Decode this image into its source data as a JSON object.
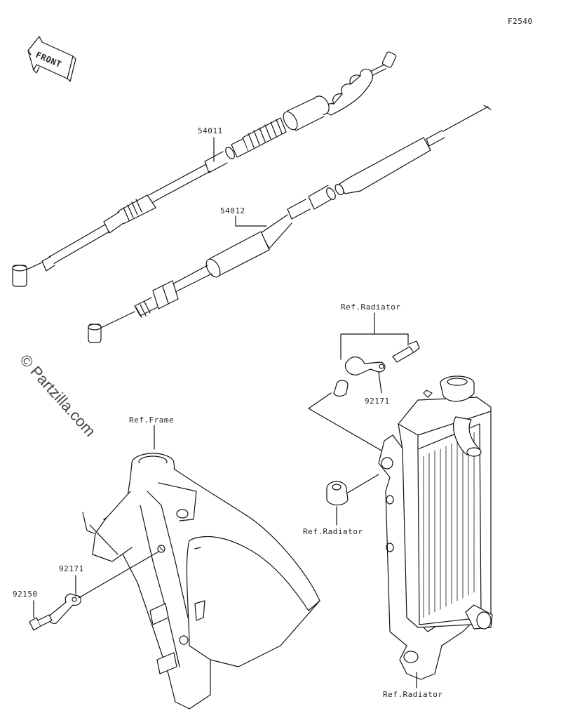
{
  "figure_code": "F2540",
  "front_label": "FRONT",
  "watermark": "© Partzilla.com",
  "parts": {
    "clutch_cable": "54011",
    "throttle_cable": "54012",
    "clamp_upper": "92171",
    "clamp_lower": "92171",
    "bolt": "92150"
  },
  "refs": {
    "radiator_top": "Ref.Radiator",
    "radiator_grommet": "Ref.Radiator",
    "radiator_bottom": "Ref.Radiator",
    "frame": "Ref.Frame"
  },
  "colors": {
    "line": "#111111",
    "text": "#222222",
    "fill": "#ffffff"
  }
}
